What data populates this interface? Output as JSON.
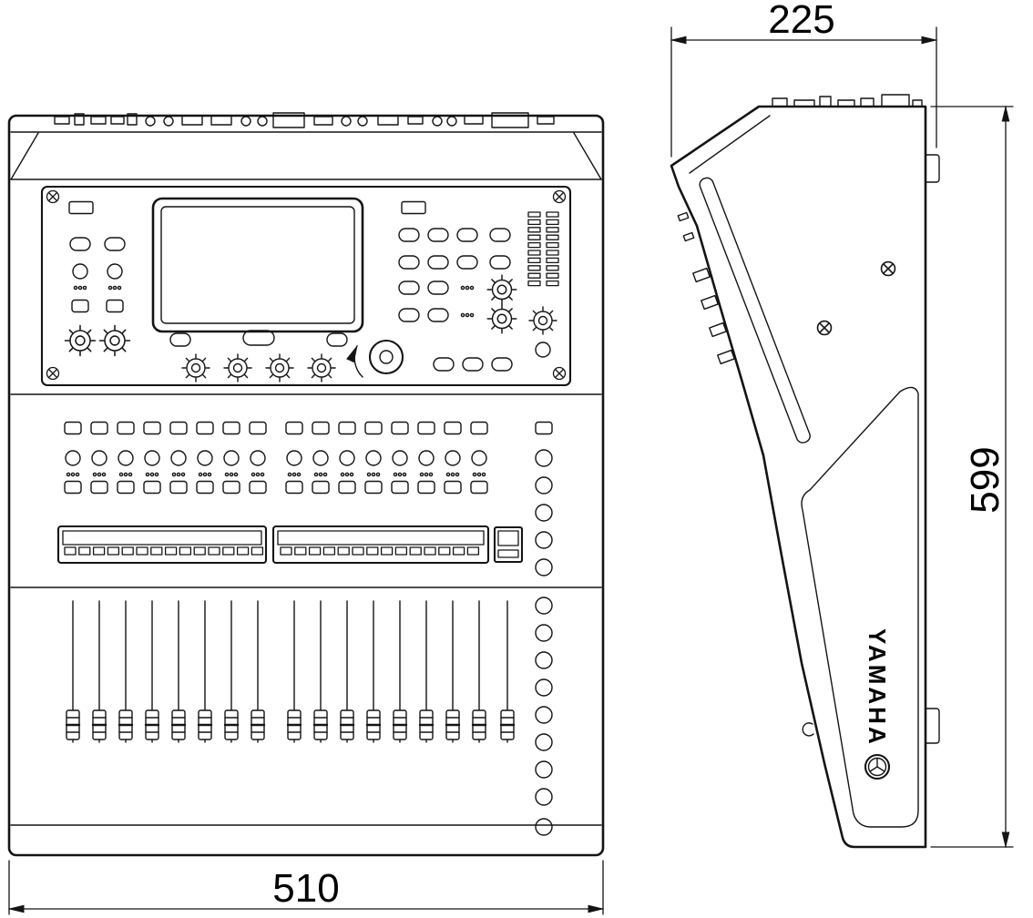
{
  "page": {
    "background": "#ffffff",
    "ink": "#141414"
  },
  "drawing": {
    "brand": "YAMAHA",
    "dimensions": {
      "depth": "225",
      "height": "599",
      "width": "510"
    }
  }
}
